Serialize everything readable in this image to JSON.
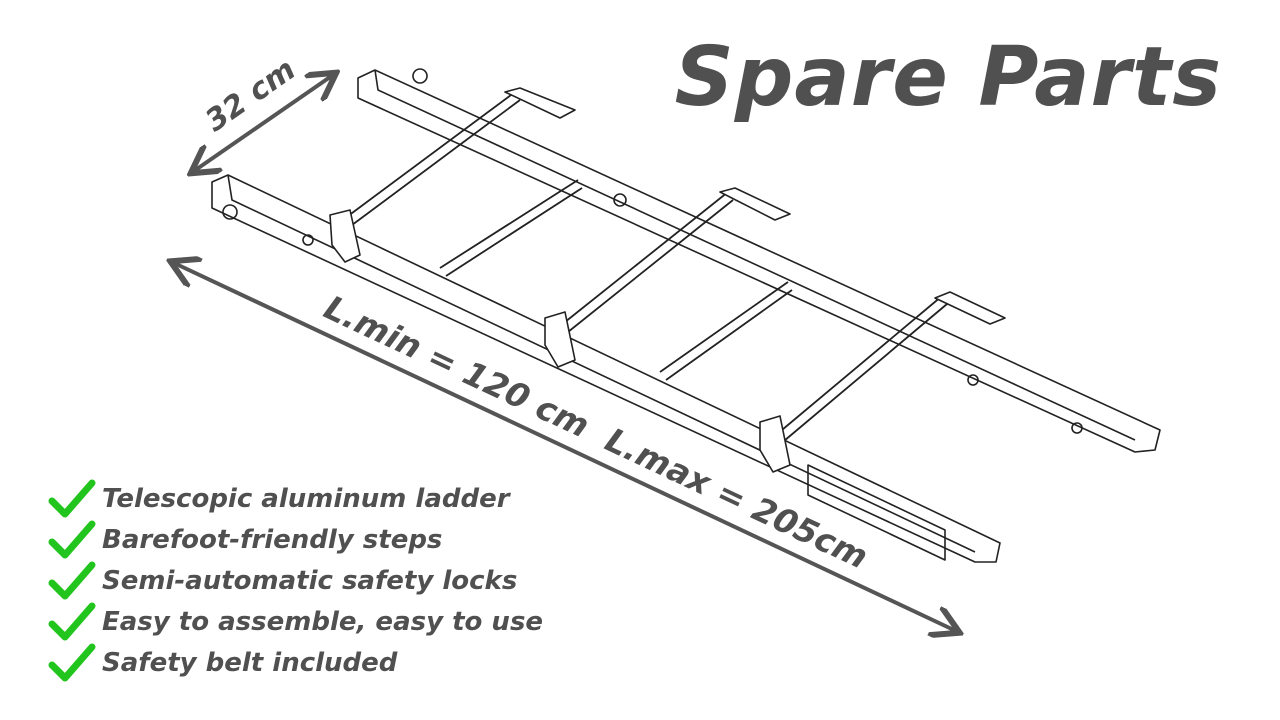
{
  "title": "Spare Parts",
  "dimensions": {
    "width_label": "32 cm",
    "length_label": "L.min = 120 cm  L.max = 205cm"
  },
  "features": [
    {
      "icon": "check-icon",
      "label": "Telescopic aluminum ladder"
    },
    {
      "icon": "check-icon",
      "label": "Barefoot-friendly steps"
    },
    {
      "icon": "check-icon",
      "label": "Semi-automatic safety locks"
    },
    {
      "icon": "check-icon",
      "label": "Easy to assemble, easy to use"
    },
    {
      "icon": "check-icon",
      "label": "Safety belt included"
    }
  ],
  "colors": {
    "text": "#505050",
    "check": "#22c51e",
    "arrow": "#555555",
    "line": "#222222"
  }
}
